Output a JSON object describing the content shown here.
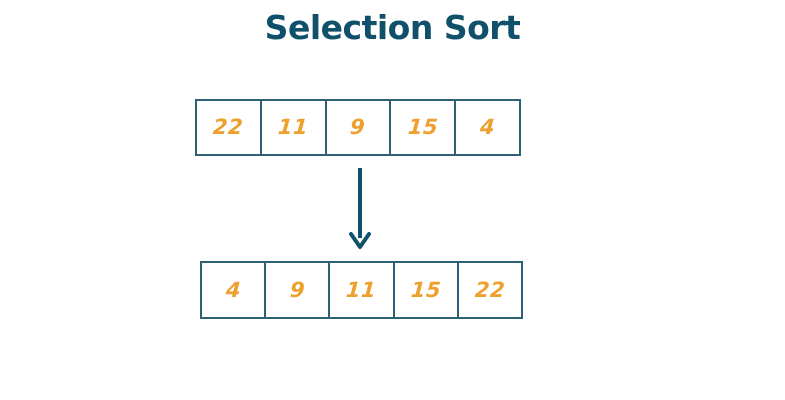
{
  "title": "Selection Sort",
  "colors": {
    "title": "#11506b",
    "box_border": "#2e6176",
    "value_text": "#eda02e",
    "arrow": "#11506b",
    "background": "#ffffff"
  },
  "diagram": {
    "type": "selection-sort-illustration",
    "input_array": {
      "label": "unsorted-array",
      "values": [
        "22",
        "11",
        "9",
        "15",
        "4"
      ]
    },
    "output_array": {
      "label": "sorted-array",
      "values": [
        "4",
        "9",
        "11",
        "15",
        "22"
      ]
    },
    "arrow": {
      "direction": "down",
      "icon": "arrow-down-icon"
    }
  }
}
